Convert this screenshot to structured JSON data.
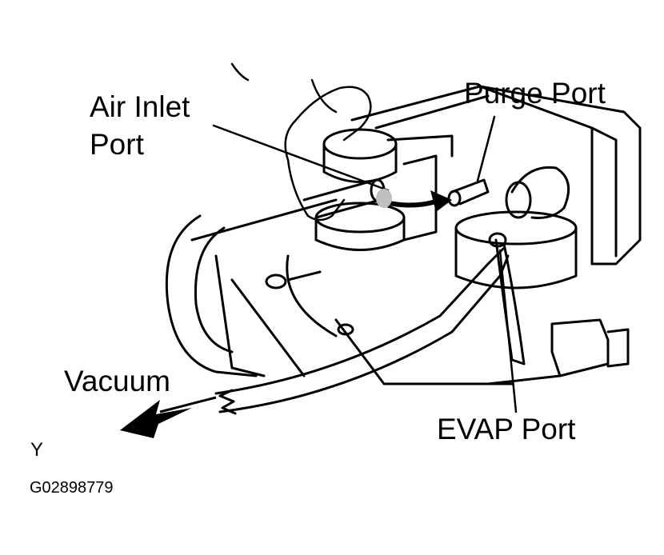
{
  "labels": {
    "air_inlet_line1": "Air Inlet",
    "air_inlet_line2": "Port",
    "purge_port": "Purge Port",
    "vacuum": "Vacuum",
    "evap_port": "EVAP Port",
    "corner_mark": "Y",
    "figure_code": "G02898779"
  },
  "colors": {
    "ink": "#000000",
    "paper": "#ffffff",
    "shade": "#bfbfbf"
  }
}
